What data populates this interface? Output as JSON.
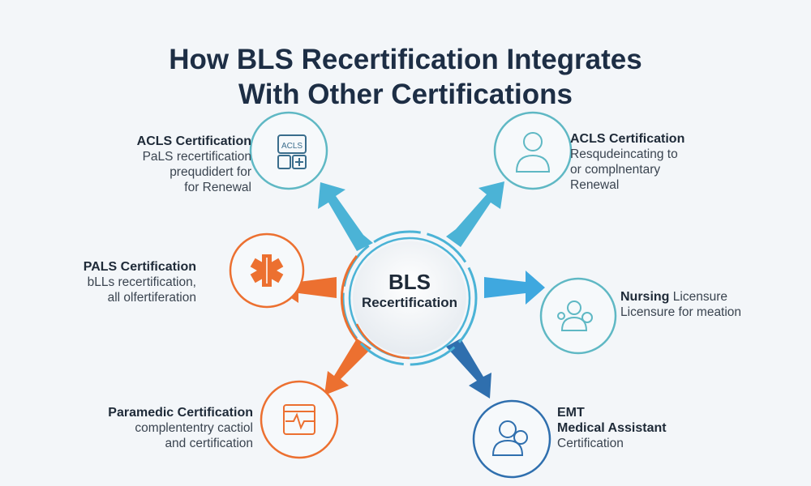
{
  "title": {
    "line1": "How BLS Recertification Integrates",
    "line2": "With Other Certifications"
  },
  "center": {
    "line1": "BLS",
    "line2": "Recertification"
  },
  "colors": {
    "cyan": "#4bb3d6",
    "orange": "#ec7030",
    "blue": "#2f6fae",
    "teal": "#5fb8c4",
    "title": "#1d2e45"
  },
  "nodes": [
    {
      "id": "top-left",
      "icon": "acls-card-icon",
      "heading": "ACLS Certification",
      "lines": [
        "PaLS recertification",
        "prequdidert for",
        "for Renewal"
      ]
    },
    {
      "id": "top-right",
      "icon": "nurse-icon",
      "heading": "ACLS Certification",
      "lines": [
        "Resqudeincating to",
        "or complnentary",
        "Renewal"
      ]
    },
    {
      "id": "left",
      "icon": "star-of-life-icon",
      "heading": "PALS Certification",
      "lines": [
        "bLLs recertification,",
        "all olfertiferation"
      ]
    },
    {
      "id": "right",
      "icon": "nursing-staff-icon",
      "heading": "Nursing",
      "heading_suffix": "Licensure",
      "lines": [
        "Licensure for meation"
      ]
    },
    {
      "id": "bottom-left",
      "icon": "heart-monitor-icon",
      "heading": "Paramedic Certification",
      "lines": [
        "complententry cactiol",
        "and certification"
      ]
    },
    {
      "id": "bottom-right",
      "icon": "medical-assistant-icon",
      "heading": "EMT",
      "heading2": "Medical Assistant",
      "lines": [
        "Certification"
      ]
    }
  ]
}
